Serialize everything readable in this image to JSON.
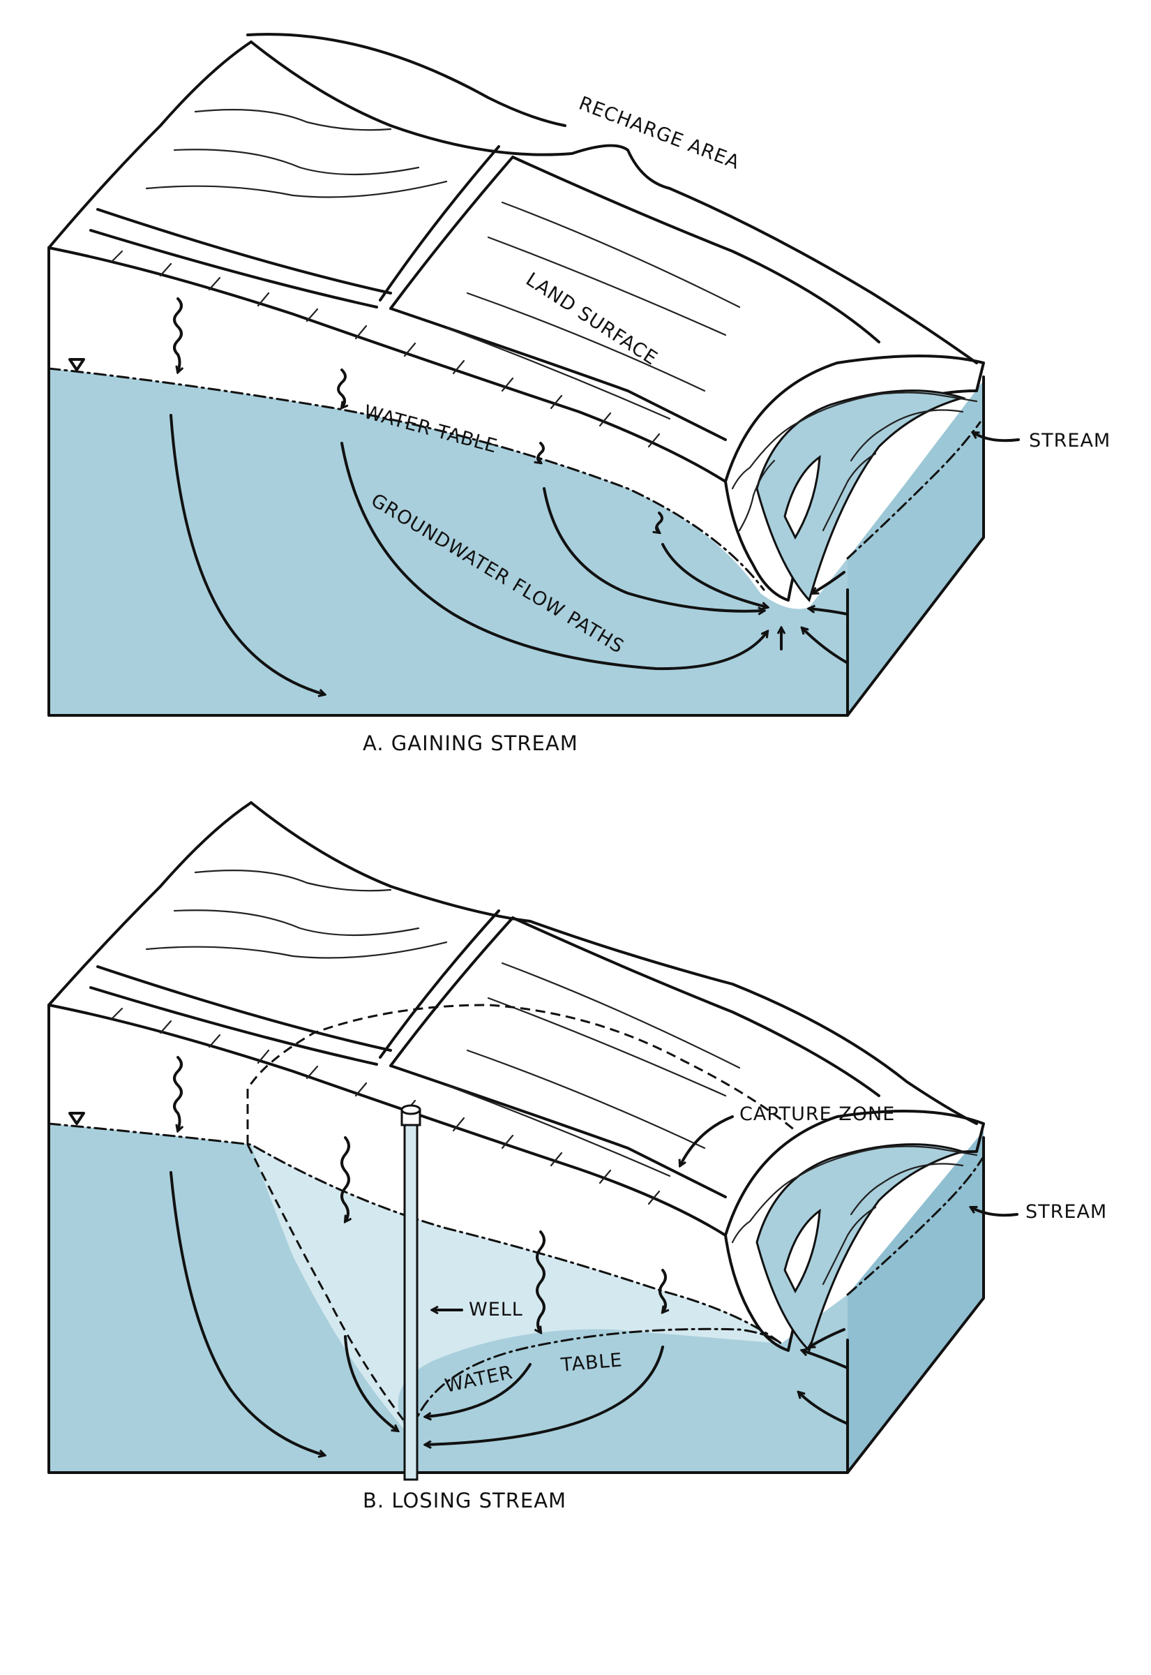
{
  "panel_a": {
    "labels": {
      "recharge_area": "RECHARGE AREA",
      "land_surface": "LAND SURFACE",
      "stream": "STREAM",
      "water_table": "WATER TABLE",
      "flow_paths": "GROUNDWATER FLOW PATHS"
    },
    "caption": "A. GAINING STREAM"
  },
  "panel_b": {
    "labels": {
      "capture_zone": "CAPTURE ZONE",
      "stream": "STREAM",
      "well": "WELL",
      "water": "WATER",
      "table": "TABLE"
    },
    "caption": "B. LOSING STREAM"
  },
  "colors": {
    "water": "#a9cfdc",
    "water_light": "#d4e8ef",
    "water_side": "#8fbfd0",
    "ink": "#111111",
    "paper": "#ffffff"
  }
}
